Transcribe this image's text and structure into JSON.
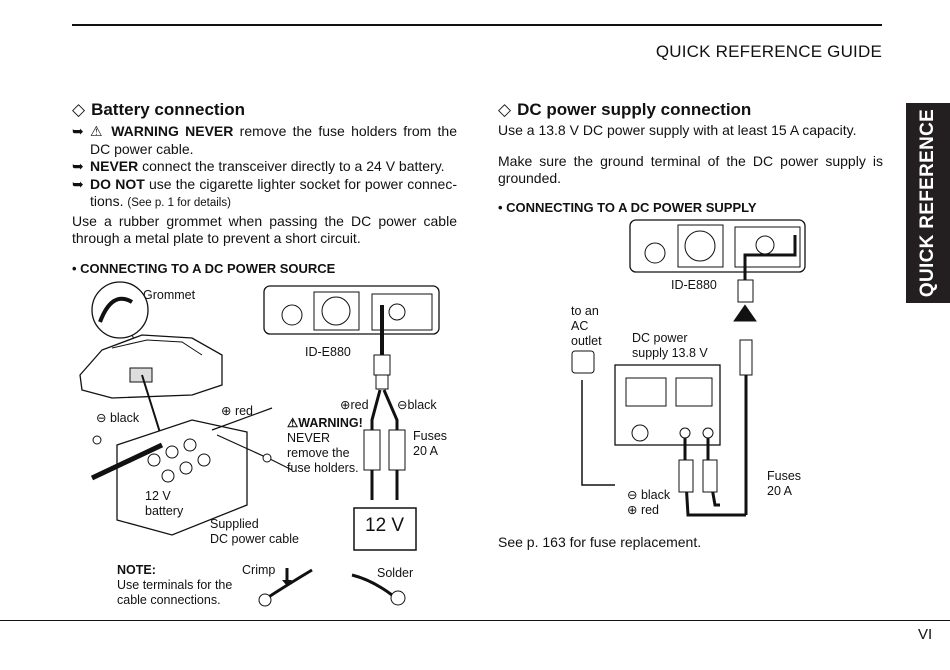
{
  "header": {
    "title": "QUICK REFERENCE GUIDE"
  },
  "side_tab": {
    "label": "QUICK REFERENCE"
  },
  "page_number": "VI",
  "battery": {
    "title": "Battery connection",
    "bullet1_warning": "WARNING NEVER",
    "bullet1_rest": "remove the fuse holders from the DC power cable.",
    "bullet2_bold": "NEVER",
    "bullet2_rest": "connect the transceiver directly to a 24 V battery.",
    "bullet3_bold": "DO NOT",
    "bullet3_rest": "use the cigarette lighter socket for power connec-tions.",
    "bullet3_small": "(See p. 1 for details)",
    "paragraph": "Use a rubber grommet when passing the DC power cable through a metal plate to prevent a short circuit.",
    "subheading": "• CONNECTING TO A DC POWER SOURCE",
    "diagram": {
      "grommet": "Grommet",
      "radio": "ID-E880",
      "plus_red": "⊕red",
      "minus_black": "⊖black",
      "black": "⊖ black",
      "red": "⊕ red",
      "warning_title": "WARNING!",
      "warning_body": [
        "NEVER",
        "remove the",
        "fuse holders."
      ],
      "fuses": [
        "Fuses",
        "20 A"
      ],
      "battery_label": [
        "12 V",
        "battery"
      ],
      "supplied": [
        "Supplied",
        "DC power cable"
      ],
      "battery_box": "12 V",
      "note_title": "NOTE:",
      "note_body": [
        "Use terminals for the",
        "cable connections."
      ],
      "crimp": "Crimp",
      "solder": "Solder"
    }
  },
  "dc": {
    "title": "DC power supply connection",
    "para1": "Use a 13.8 V DC power supply with at least 15 A capacity.",
    "para2": "Make sure the ground terminal of the DC power supply is grounded.",
    "subheading": "• CONNECTING TO A DC POWER SUPPLY",
    "diagram": {
      "radio": "ID-E880",
      "ac": [
        "to an",
        "AC",
        "outlet"
      ],
      "psu": [
        "DC power",
        "supply 13.8 V"
      ],
      "fuses": [
        "Fuses",
        "20 A"
      ],
      "black": "⊖ black",
      "red": "⊕ red"
    },
    "footer": "See p. 163 for fuse replacement."
  }
}
